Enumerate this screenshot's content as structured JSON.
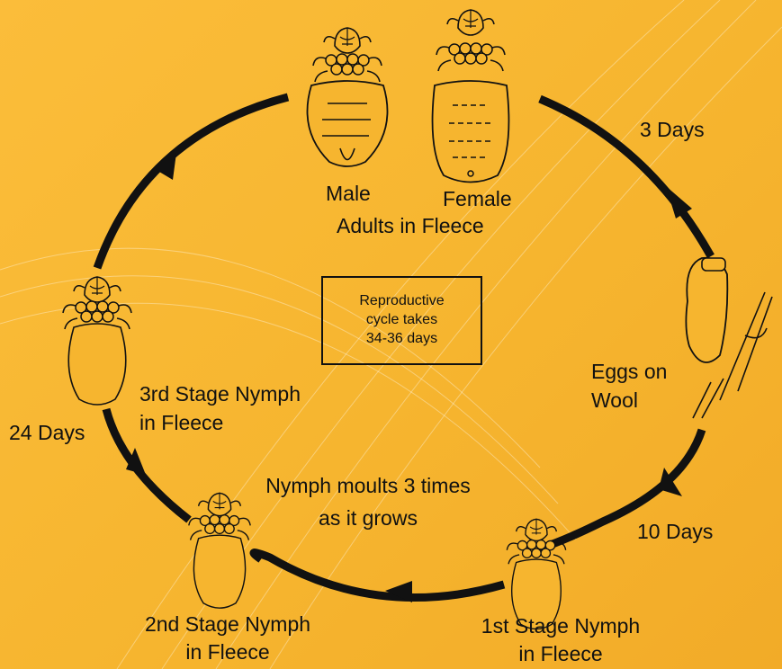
{
  "labels": {
    "male": "Male",
    "female": "Female",
    "adults": "Adults in Fleece",
    "eggs_line1": "Eggs on",
    "eggs_line2": "Wool",
    "days3": "3 Days",
    "days10": "10 Days",
    "days24": "24 Days",
    "nymph1_line1": "1st Stage Nymph",
    "nymph1_line2": "in Fleece",
    "nymph2_line1": "2nd Stage Nymph",
    "nymph2_line2": "in Fleece",
    "nymph3_line1": "3rd Stage Nymph",
    "nymph3_line2": "in Fleece",
    "moults_line1": "Nymph moults 3 times",
    "moults_line2": "as it grows",
    "cycle_box": "Reproductive\ncycle takes\n34-36 days"
  },
  "colors": {
    "background": "#f6b52f",
    "ink": "#111111"
  },
  "icons": [
    "male-louse-icon",
    "female-louse-icon",
    "egg-icon",
    "nymph-icon"
  ]
}
